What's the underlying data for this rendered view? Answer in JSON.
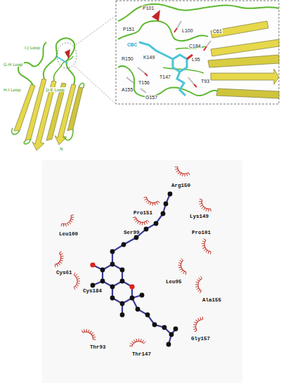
{
  "diagram": {
    "labels": [
      "I-J Loop",
      "G-H Loop",
      "H-I Loop",
      "D-E Loop",
      "N",
      "P101",
      "P151",
      "L100",
      "C61",
      "CBC",
      "C184",
      "R150",
      "K149",
      "L95",
      "T147",
      "T156",
      "T93",
      "A155",
      "G157",
      "Arg150",
      "Pro151",
      "Lys149",
      "Leu100",
      "Ser99",
      "Pro101",
      "Cys61",
      "Leu95",
      "Cys184",
      "Ala155",
      "Gly157",
      "Thr93",
      "Thr147"
    ]
  }
}
